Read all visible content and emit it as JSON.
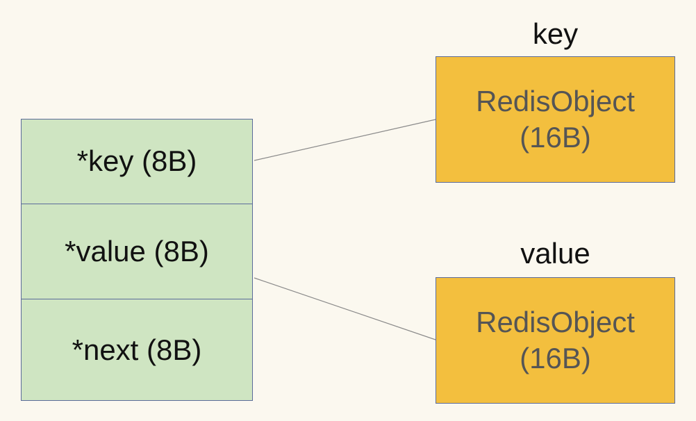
{
  "entry": {
    "fields": [
      {
        "text": "*key (8B)"
      },
      {
        "text": "*value (8B)"
      },
      {
        "text": "*next (8B)"
      }
    ]
  },
  "objects": {
    "key": {
      "label": "key",
      "line1": "RedisObject",
      "line2": "(16B)"
    },
    "value": {
      "label": "value",
      "line1": "RedisObject",
      "line2": "(16B)"
    }
  },
  "colors": {
    "entry_fill": "#cfe5c2",
    "object_fill": "#f3bf3e",
    "border": "#5b6b9a",
    "background": "#fbf8ef",
    "connector": "#8a8a8a"
  }
}
